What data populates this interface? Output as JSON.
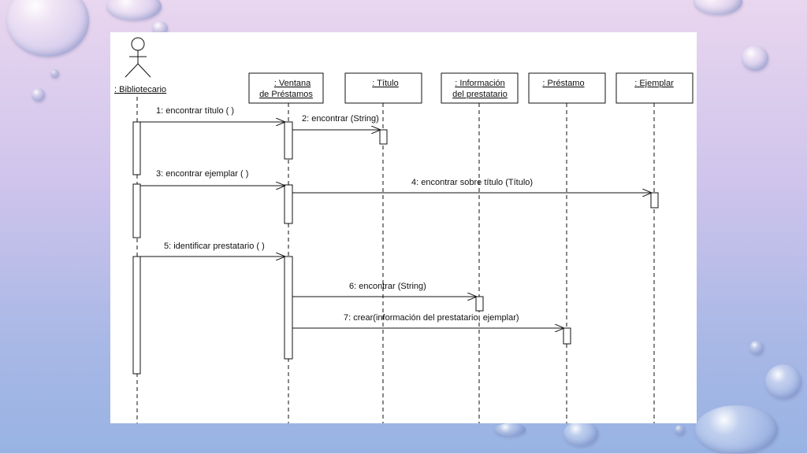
{
  "diagram": {
    "actor": {
      "label": ": Bibliotecario"
    },
    "objects": [
      {
        "id": "ventana",
        "lines": [
          ": Ventana",
          "de Préstamos"
        ]
      },
      {
        "id": "titulo",
        "lines": [
          ": Título"
        ]
      },
      {
        "id": "info",
        "lines": [
          ": Información",
          "del prestatario"
        ]
      },
      {
        "id": "prestamo",
        "lines": [
          ": Préstamo"
        ]
      },
      {
        "id": "ejemplar",
        "lines": [
          ": Ejemplar"
        ]
      }
    ],
    "messages": [
      {
        "from": "actor",
        "to": "ventana",
        "label": "1: encontrar título ( )"
      },
      {
        "from": "ventana",
        "to": "titulo",
        "label": "2: encontrar  (String)"
      },
      {
        "from": "actor",
        "to": "ventana",
        "label": "3: encontrar ejemplar ( )"
      },
      {
        "from": "ventana",
        "to": "ejemplar",
        "label": "4: encontrar sobre título (Título)"
      },
      {
        "from": "actor",
        "to": "ventana",
        "label": "5: identificar prestatario ( )"
      },
      {
        "from": "ventana",
        "to": "info",
        "label": "6: encontrar (String)"
      },
      {
        "from": "ventana",
        "to": "prestamo",
        "label": "7: crear(información del prestatario, ejemplar)"
      }
    ]
  }
}
